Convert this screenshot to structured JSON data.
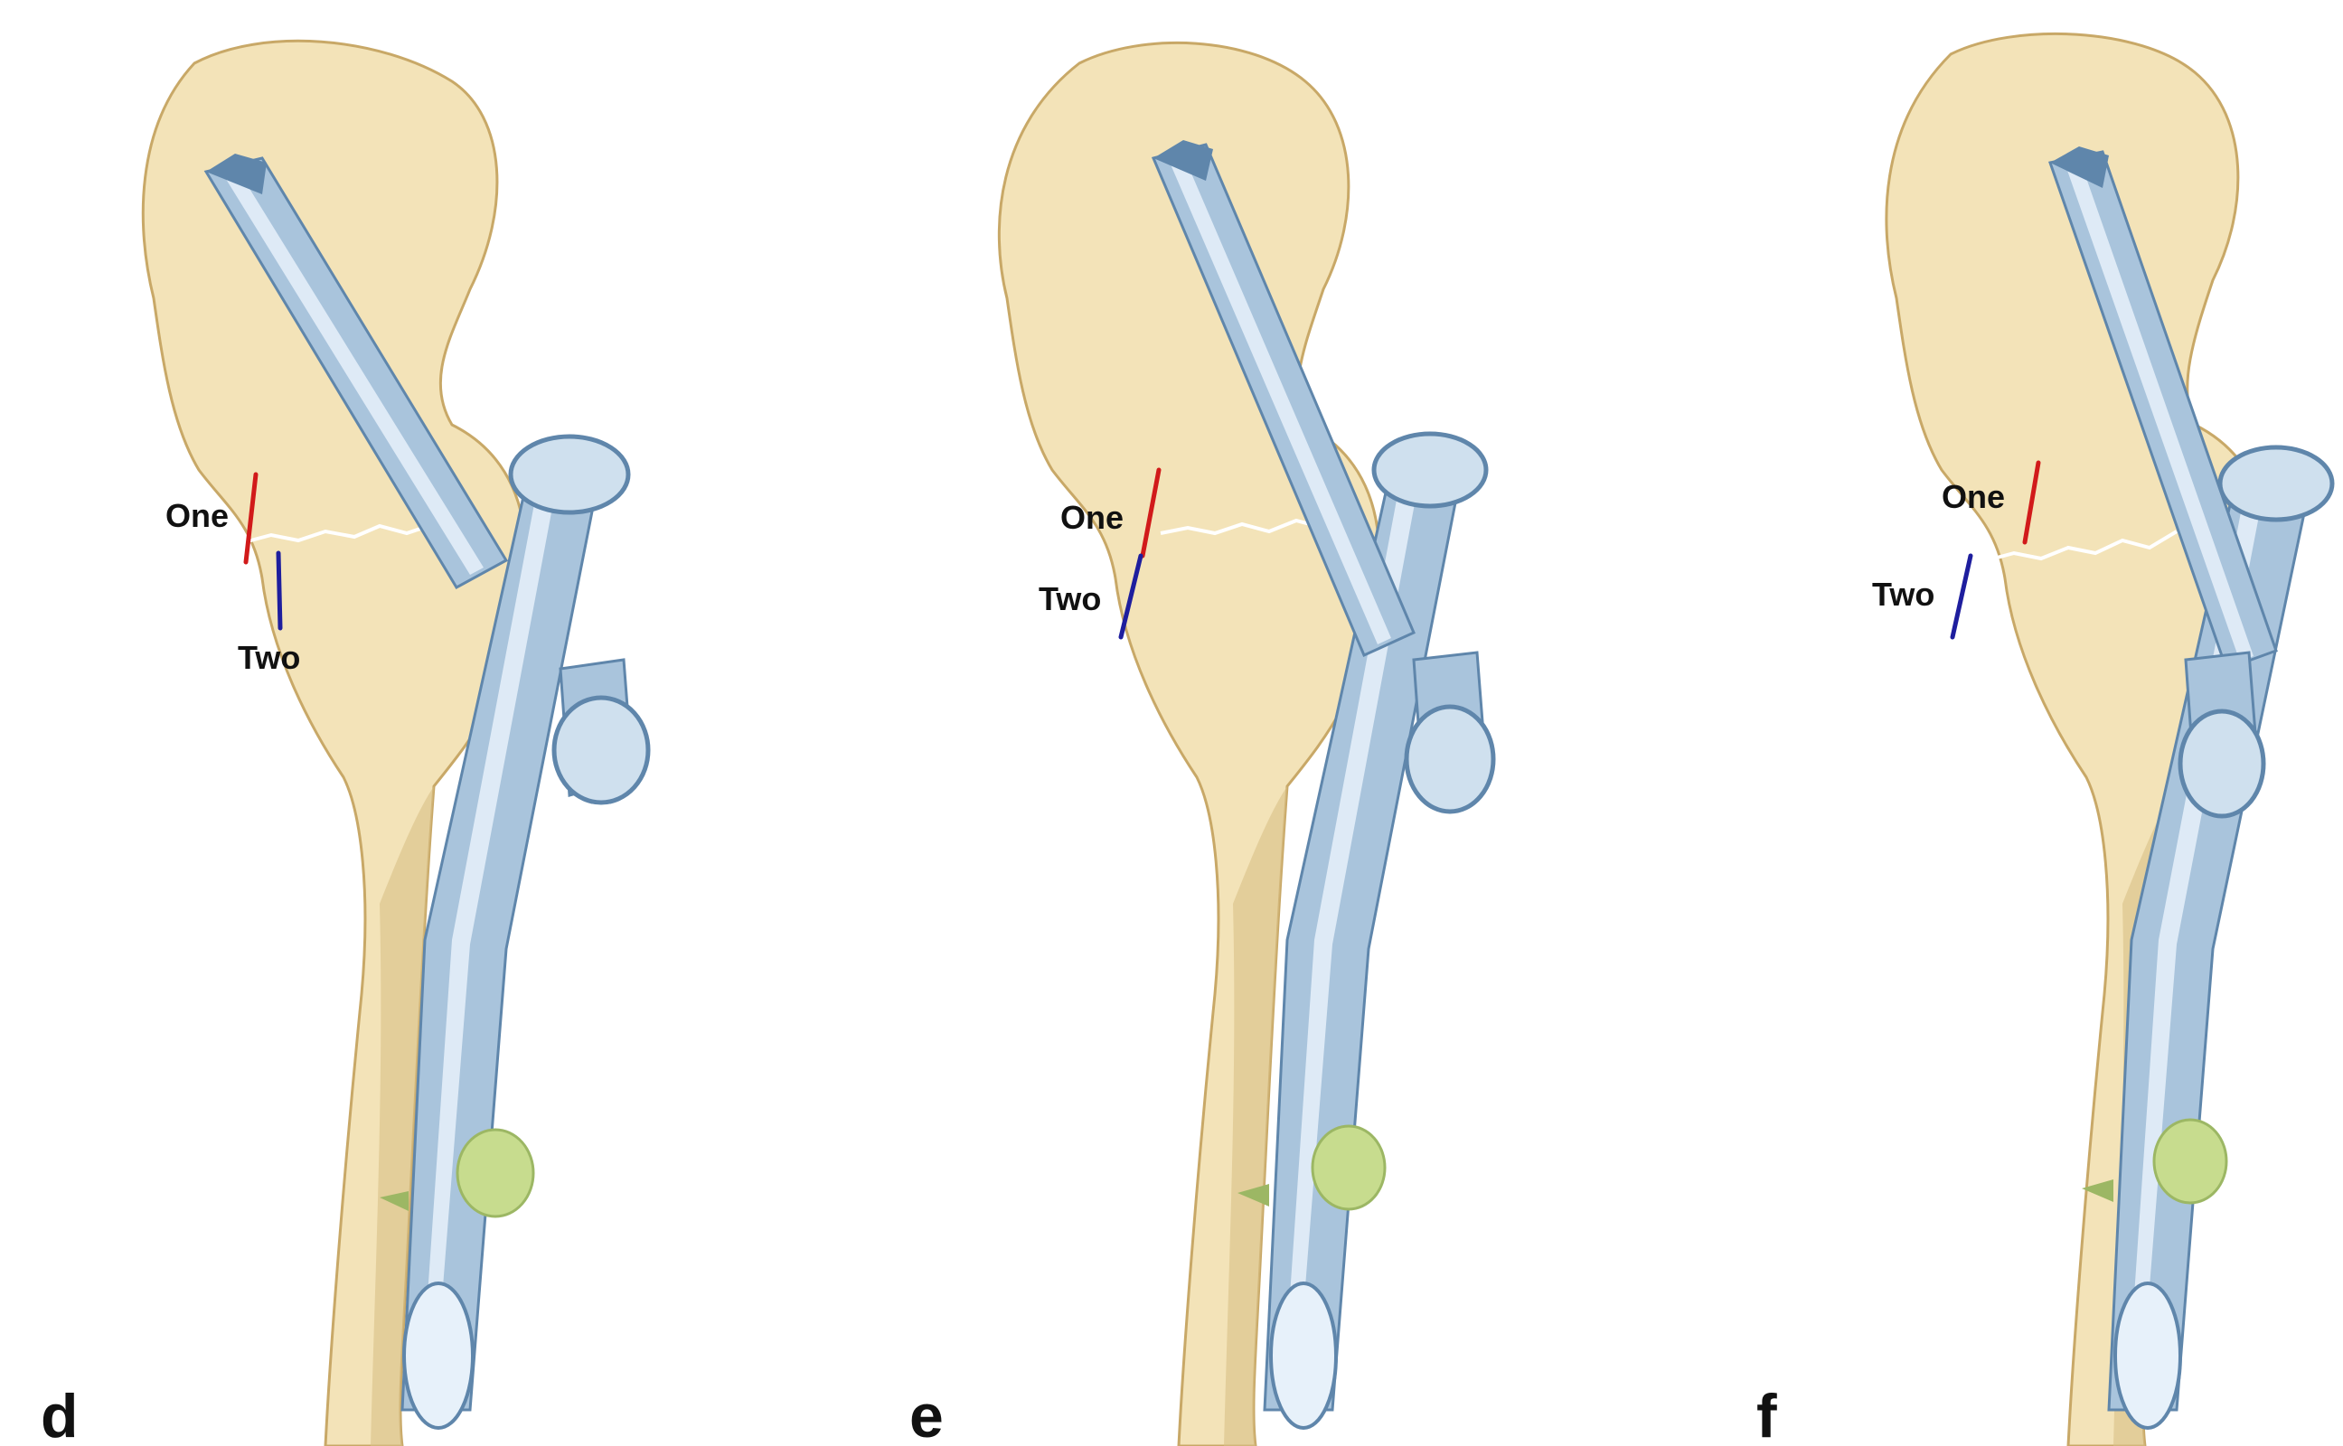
{
  "figure": {
    "panels": [
      {
        "letter": "d",
        "label_one": "One",
        "label_two": "Two"
      },
      {
        "letter": "e",
        "label_one": "One",
        "label_two": "Two"
      },
      {
        "letter": "f",
        "label_one": "One",
        "label_two": "Two"
      }
    ],
    "colors": {
      "bone": "#f3e3b8",
      "bone_shadow": "#d9bf86",
      "bone_outline": "#c8a867",
      "implant": "#a9c4dc",
      "implant_dark": "#5f86ab",
      "implant_light": "#e7f1fa",
      "screw_cap": "#cfe0ee",
      "green_screw": "#c7dc8e",
      "marker_one": "#d11a1a",
      "marker_two": "#1e1e9e",
      "fracture_line": "#ffffff"
    },
    "icons": [
      "femur-bone-illustration",
      "intramedullary-nail",
      "lag-screw",
      "distal-locking-screw"
    ]
  }
}
